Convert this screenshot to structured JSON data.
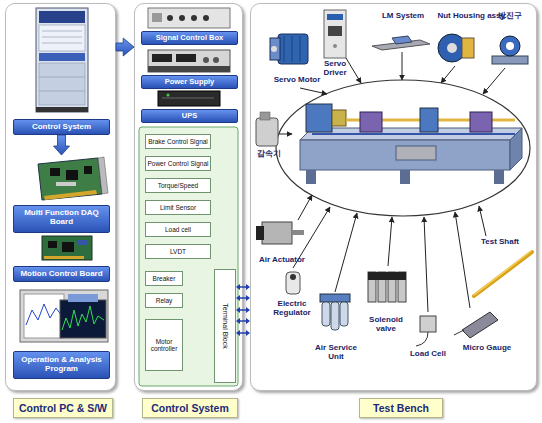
{
  "diagram": {
    "nodes": [
      {
        "text": [
          "Control PC & S/W"
        ]
      },
      {
        "text": [
          "Control System"
        ],
        "in": 0
      },
      {
        "text": [
          "Multi Function DAQ Board"
        ],
        "in": 0
      },
      {
        "text": [
          "Motion Control Board"
        ],
        "in": 0
      },
      {
        "text": [
          "Operation & Analysis Program"
        ],
        "in": 0
      },
      {
        "text": [
          "Control System"
        ]
      },
      {
        "text": [
          "Signal Control Box"
        ],
        "in": 5
      },
      {
        "text": [
          "Power Supply"
        ],
        "in": 5
      },
      {
        "text": [
          "UPS"
        ],
        "in": 5
      },
      {
        "text": [
          "Brake Control Signal"
        ],
        "in": 5
      },
      {
        "text": [
          "Power Control Signal"
        ],
        "in": 5
      },
      {
        "text": [
          "Torque/Speed"
        ],
        "in": 5
      },
      {
        "text": [
          "Limit Sensor"
        ],
        "in": 5
      },
      {
        "text": [
          "Load cell"
        ],
        "in": 5
      },
      {
        "text": [
          "LVDT"
        ],
        "in": 5
      },
      {
        "text": [
          "Breaker"
        ],
        "in": 5
      },
      {
        "text": [
          "Relay"
        ],
        "in": 5
      },
      {
        "text": [
          "Motor controller"
        ],
        "in": 5
      },
      {
        "text": [
          "Terminal Block"
        ],
        "in": 5
      },
      {
        "text": [
          "Test Bench"
        ]
      }
    ],
    "edges": [
      {
        "from": 0,
        "to": 5,
        "arrow": "to"
      },
      {
        "from": 1,
        "to": 2,
        "arrow": "to"
      },
      {
        "from": 18,
        "to": 19,
        "arrow": "both"
      },
      {
        "from": 18,
        "to": 19,
        "arrow": "both"
      },
      {
        "from": 18,
        "to": 19,
        "arrow": "both"
      },
      {
        "from": 18,
        "to": 19,
        "arrow": "both"
      },
      {
        "from": 18,
        "to": 19,
        "arrow": "both"
      }
    ],
    "labels": [
      "Servo Motor",
      "Servo Driver",
      "LM System",
      "Nut Housing assy.",
      "방진구",
      "감속기",
      "Air Actuator",
      "Electric Regulator",
      "Air Service Unit",
      "Solenoid valve",
      "Load Cell",
      "Micro Gauge",
      "Test Shaft"
    ]
  }
}
